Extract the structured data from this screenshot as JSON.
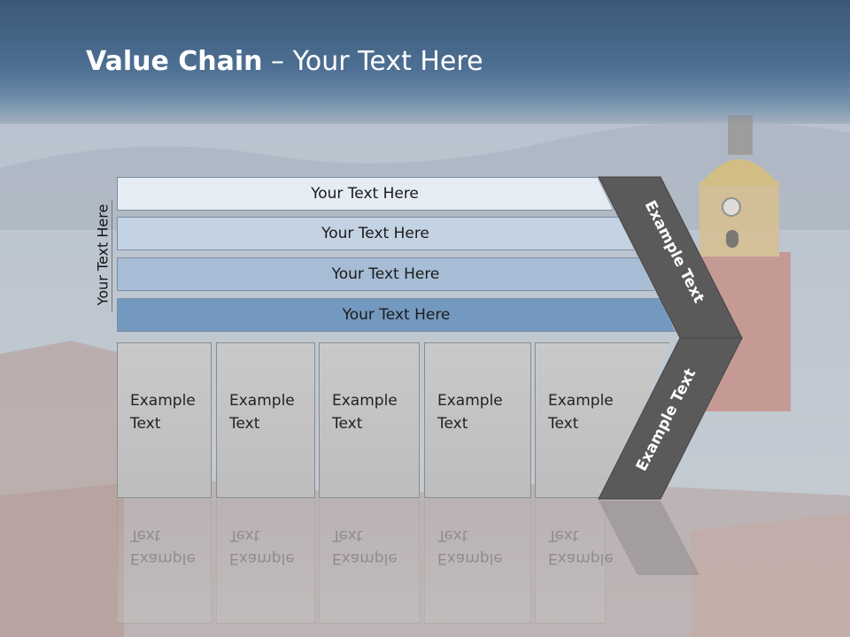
{
  "slide": {
    "title_bold": "Value Chain",
    "title_rest": " – Your Text Here",
    "side_label": "Your Text Here"
  },
  "bars": [
    {
      "label": "Your Text Here",
      "color": "#e6ecf3"
    },
    {
      "label": "Your Text Here",
      "color": "#c4d3e3"
    },
    {
      "label": "Your Text Here",
      "color": "#a6bdd5"
    },
    {
      "label": "Your Text Here",
      "color": "#7499c0"
    }
  ],
  "cells": [
    {
      "line1": "Example",
      "line2": "Text"
    },
    {
      "line1": "Example",
      "line2": "Text"
    },
    {
      "line1": "Example",
      "line2": "Text"
    },
    {
      "line1": "Example",
      "line2": "Text"
    },
    {
      "line1": "Example",
      "line2": "Text"
    }
  ],
  "chevron": {
    "upper_label": "Example Text",
    "lower_label": "Example Text",
    "color": "#5a5a5a"
  }
}
